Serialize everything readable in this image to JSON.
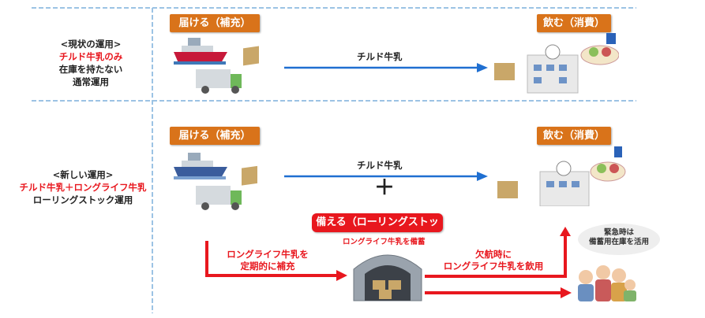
{
  "current": {
    "side_title": "<現状の運用>",
    "side_red": "チルド牛乳のみ",
    "side_line3": "在庫を持たない",
    "side_line4": "通常運用",
    "deliver_label": "届ける（補充）",
    "consume_label": "飲む（消費）",
    "arrow_label": "チルド牛乳"
  },
  "new": {
    "side_title": "<新しい運用>",
    "side_red": "チルド牛乳＋ロングライフ牛乳",
    "side_line3": "ローリングストック運用",
    "deliver_label": "届ける（補充）",
    "consume_label": "飲む（消費）",
    "arrow_label": "チルド牛乳",
    "plus": "＋",
    "stock_label": "備える（ローリングストック）",
    "warehouse_caption": "ロングライフ牛乳を備蓄",
    "replenish_line1": "ロングライフ牛乳を",
    "replenish_line2": "定期的に補充",
    "outage_line1": "欠航時に",
    "outage_line2": "ロングライフ牛乳を飲用",
    "balloon_line1": "緊急時は",
    "balloon_line2": "備蓄用在庫を活用"
  },
  "colors": {
    "orange": "#d9731a",
    "red": "#e8171e",
    "blue_arrow": "#1f6fd1",
    "divider": "#9cc3e4"
  }
}
